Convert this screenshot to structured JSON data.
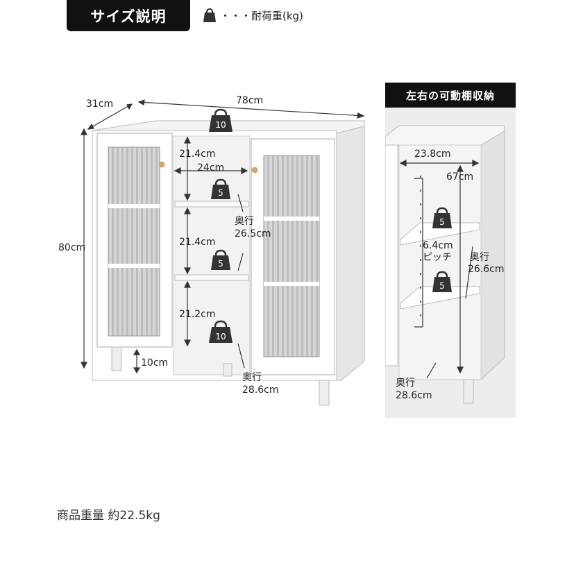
{
  "header": {
    "title": "サイズ説明",
    "legend": "・・・耐荷重(kg)"
  },
  "main": {
    "width": "78cm",
    "depth": "31cm",
    "height": "80cm",
    "leg_height": "10cm",
    "compartment_width": "24cm",
    "shelf_heights": [
      "21.4cm",
      "21.4cm",
      "21.2cm"
    ],
    "inner_depth_label": "奥行",
    "inner_depth_value": "26.5cm",
    "bottom_depth_label": "奥行",
    "bottom_depth_value": "28.6cm",
    "loads": {
      "top": "10",
      "shelf1": "5",
      "shelf2": "5",
      "bottom": "10"
    }
  },
  "side": {
    "title": "左右の可動棚収納",
    "width": "23.8cm",
    "height": "67cm",
    "pitch_value": "6.4cm",
    "pitch_label": "ピッチ",
    "depth_label": "奥行",
    "depth_value": "26.6cm",
    "bottom_depth_label": "奥行",
    "bottom_depth_value": "28.6cm",
    "loads": {
      "upper": "5",
      "lower": "5"
    }
  },
  "footer": {
    "weight": "商品重量 約22.5kg"
  },
  "colors": {
    "dark": "#111111",
    "panel": "#ededed",
    "furniture": "#ffffff",
    "glass": "#cfcfcf"
  }
}
